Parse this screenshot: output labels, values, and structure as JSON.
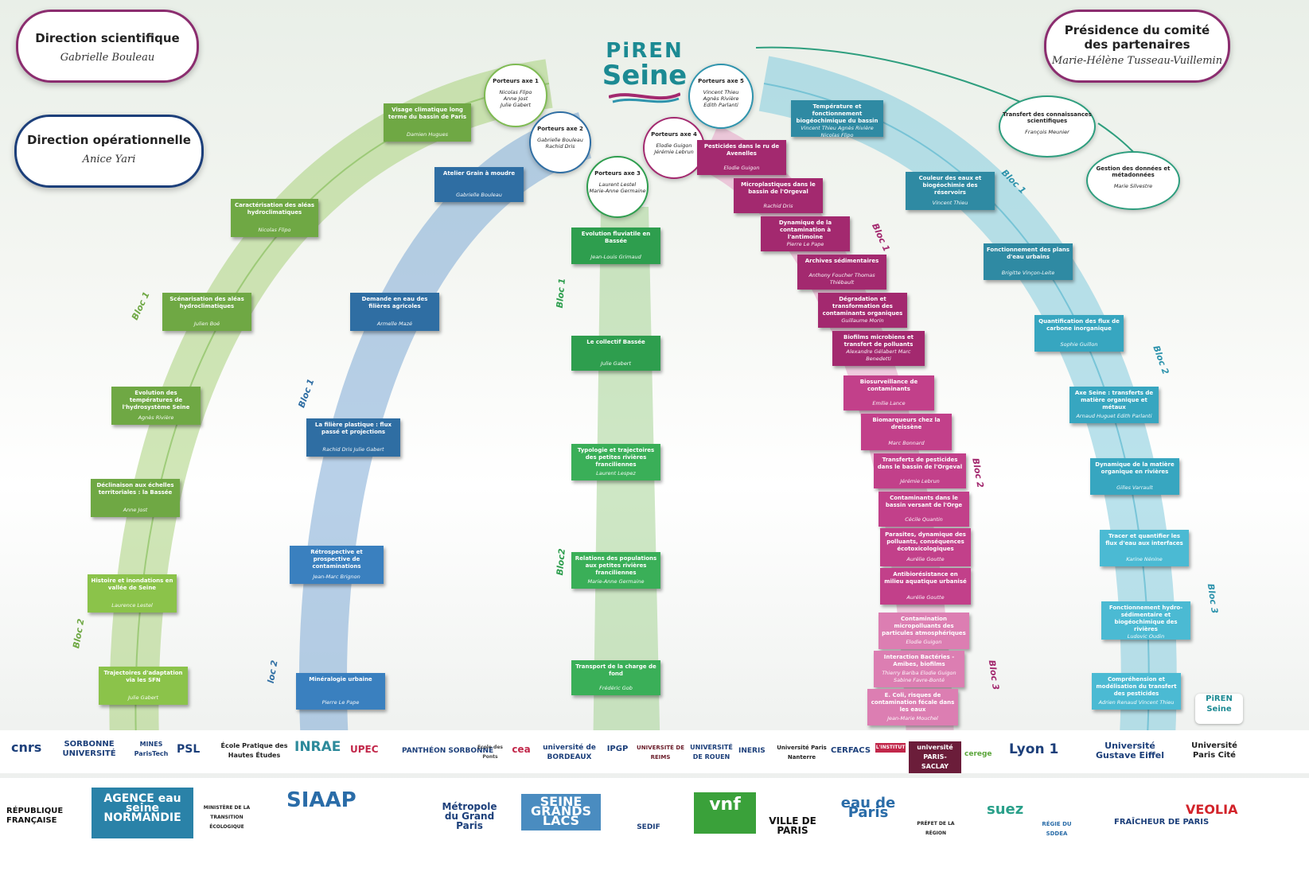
{
  "header": {
    "scientific": {
      "title": "Direction scientifique",
      "name": "Gabrielle Bouleau"
    },
    "operational": {
      "title": "Direction opérationnelle",
      "name": "Anice Yari"
    },
    "presidency": {
      "title_line1": "Présidence du comité",
      "title_line2": "des partenaires",
      "name": "Marie-Hélène Tusseau-Vuillemin"
    }
  },
  "logo": {
    "line1": "PiREN",
    "line2": "Seine"
  },
  "axes": [
    {
      "title": "Porteurs axe 1",
      "names": [
        "Nicolas Flipo",
        "Anne Jost",
        "Julie Gabert"
      ]
    },
    {
      "title": "Porteurs axe 2",
      "names": [
        "Gabrielle Bouleau",
        "Rachid Dris"
      ]
    },
    {
      "title": "Porteurs axe 3",
      "names": [
        "Laurent Lestel",
        "Marie-Anne Germaine"
      ]
    },
    {
      "title": "Porteurs axe 4",
      "names": [
        "Elodie Guigon",
        "Jérémie Lebrun"
      ]
    },
    {
      "title": "Porteurs axe 5",
      "names": [
        "Vincent Thieu",
        "Agnès Rivière",
        "Edith Parlanti"
      ]
    }
  ],
  "extra": [
    {
      "title": "Transfert des connaissances scientifiques",
      "name": "François Meunier"
    },
    {
      "title": "Gestion des données et métadonnées",
      "name": "Marie Silvestre"
    }
  ],
  "bloc_labels": {
    "a1b1": "Bloc 1",
    "a1b2": "Bloc 2",
    "a2b1": "Bloc 1",
    "a2b2": "loc 2",
    "a3b1": "Bloc 1",
    "a3b2": "Bloc2",
    "a4b1": "Bloc 1",
    "a4b2": "Bloc 2",
    "a4b3": "Bloc 3",
    "a5b1": "Bloc 1",
    "a5b2": "Bloc 2",
    "a5b3": "Bloc 3"
  },
  "projects": {
    "axis1": [
      {
        "title": "Visage climatique long terme du bassin de Paris",
        "names": "Damien Hugues"
      },
      {
        "title": "Caractérisation des aléas hydroclimatiques",
        "names": "Nicolas Flipo"
      },
      {
        "title": "Scénarisation des aléas hydroclimatiques",
        "names": "Julien Boé"
      },
      {
        "title": "Evolution des températures de l'hydrosystème Seine",
        "names": "Agnès Rivière"
      },
      {
        "title": "Déclinaison aux échelles territoriales : la Bassée",
        "names": "Anne Jost"
      },
      {
        "title": "Histoire et inondations en vallée de Seine",
        "names": "Laurence Lestel"
      },
      {
        "title": "Trajectoires d'adaptation via les SFN",
        "names": "Julie Gabert"
      }
    ],
    "axis2": [
      {
        "title": "Atelier Grain à moudre",
        "names": "Gabrielle Bouleau"
      },
      {
        "title": "Demande en eau des filières agricoles",
        "names": "Armelle Mazé"
      },
      {
        "title": "La filière plastique : flux passé et projections",
        "names": "Rachid Dris      Julie Gabert"
      },
      {
        "title": "Rétrospective et prospective de contaminations",
        "names": "Jean-Marc Brignon"
      },
      {
        "title": "Minéralogie urbaine",
        "names": "Pierre Le Pape"
      }
    ],
    "axis3": [
      {
        "title": "Evolution fluviatile en Bassée",
        "names": "Jean-Louis Grimaud"
      },
      {
        "title": "Le collectif Bassée",
        "names": "Julie Gabert"
      },
      {
        "title": "Typologie et trajectoires des petites rivières franciliennes",
        "names": "Laurent Lespez"
      },
      {
        "title": "Relations des populations aux petites rivières franciliennes",
        "names": "Marie-Anne Germaine"
      },
      {
        "title": "Transport de la charge de fond",
        "names": "Frédéric Gob"
      }
    ],
    "axis4": [
      {
        "title": "Pesticides dans le ru de Avenelles",
        "names": "Elodie Guigon"
      },
      {
        "title": "Microplastiques dans le bassin de l'Orgeval",
        "names": "Rachid Dris"
      },
      {
        "title": "Dynamique de la contamination à l'antimoine",
        "names": "Pierre Le Pape"
      },
      {
        "title": "Archives sédimentaires",
        "names": "Anthony Foucher   Thomas Thiébault"
      },
      {
        "title": "Dégradation et transformation des contaminants organiques",
        "names": "Guillaume Morin"
      },
      {
        "title": "Biofilms microbiens et transfert de polluants",
        "names": "Alexandre Gélabert   Marc Benedetti"
      },
      {
        "title": "Biosurveillance de contaminants",
        "names": "Emilie Lance"
      },
      {
        "title": "Biomarqueurs chez la dreissène",
        "names": "Marc Bonnard"
      },
      {
        "title": "Transferts de pesticides dans le bassin de l'Orgeval",
        "names": "Jérémie Lebrun"
      },
      {
        "title": "Contaminants dans le bassin versant de l'Orge",
        "names": "Cécile Quantin"
      },
      {
        "title": "Parasites, dynamique des polluants, conséquences écotoxicologiques",
        "names": "Aurélie Goutte"
      },
      {
        "title": "Antibiorésistance en milieu aquatique urbanisé",
        "names": "Aurélie Goutte"
      },
      {
        "title": "Contamination micropolluants des particules atmosphériques",
        "names": "Elodie Guigon"
      },
      {
        "title": "Interaction Bactéries - Amibes, biofilms",
        "names": "Thierry Bariba   Elodie Guigon   Sabine Favre-Bonté"
      },
      {
        "title": "E. Coli, risques de contamination fécale dans les eaux",
        "names": "Jean-Marie Mouchel"
      }
    ],
    "axis5": [
      {
        "title": "Température et fonctionnement biogéochimique du bassin",
        "names": "Vincent Thieu   Agnès Rivière   Nicolas Flipo"
      },
      {
        "title": "Couleur des eaux et biogéochimie des réservoirs",
        "names": "Vincent Thieu"
      },
      {
        "title": "Fonctionnement des plans d'eau urbains",
        "names": "Brigitte Vinçon-Leite"
      },
      {
        "title": "Quantification des flux de carbone inorganique",
        "names": "Sophie Guillon"
      },
      {
        "title": "Axe Seine : transferts de matière organique et métaux",
        "names": "Arnaud Huguet     Edith Parlanti"
      },
      {
        "title": "Dynamique de la matière organique en rivières",
        "names": "Gilles Varrault"
      },
      {
        "title": "Tracer et quantifier les flux d'eau aux interfaces",
        "names": "Karine Nénine"
      },
      {
        "title": "Fonctionnement hydro-sédimentaire et biogéochimique des rivières",
        "names": "Ludovic Oudin"
      },
      {
        "title": "Compréhension et modélisation du transfert des pesticides",
        "names": "Adrien Renaud    Vincent Thieu"
      }
    ]
  },
  "partners_row1": [
    "cnrs",
    "SORBONNE UNIVERSITÉ",
    "MINES ParisTech",
    "PSL",
    "École Pratique des Hautes Études",
    "INRAE",
    "UPEC",
    "PANTHÉON SORBONNE",
    "Ecole des Ponts",
    "cea",
    "université de BORDEAUX",
    "IPGP",
    "UNIVERSITÉ DE REIMS",
    "UNIVERSITÉ DE ROUEN",
    "INERIS",
    "Université Paris Nanterre",
    "CERFACS",
    "L'INSTITUT",
    "université PARIS-SACLAY",
    "cerege",
    "Lyon 1",
    "Université Gustave Eiffel",
    "Université Paris Cité"
  ],
  "partners_row2": [
    "RÉPUBLIQUE FRANÇAISE",
    "AGENCE eau seine NORMANDIE",
    "MINISTÈRE DE LA TRANSITION ÉCOLOGIQUE",
    "SIAAP",
    "Métropole du Grand Paris",
    "SEINE GRANDS LACS",
    "SEDIF",
    "vnf",
    "VILLE DE PARIS",
    "eau de Paris",
    "PRÉFET DE LA RÉGION",
    "suez",
    "RÉGIE DU SDDEA",
    "FRAÎCHEUR DE PARIS",
    "VEOLIA"
  ],
  "colors": {
    "axis1": "#6fa844",
    "axis2": "#2f6ea3",
    "axis3": "#2e9e4e",
    "axis4": "#a3296f",
    "axis5": "#2f94ad",
    "dark": "#1c3f7a"
  }
}
